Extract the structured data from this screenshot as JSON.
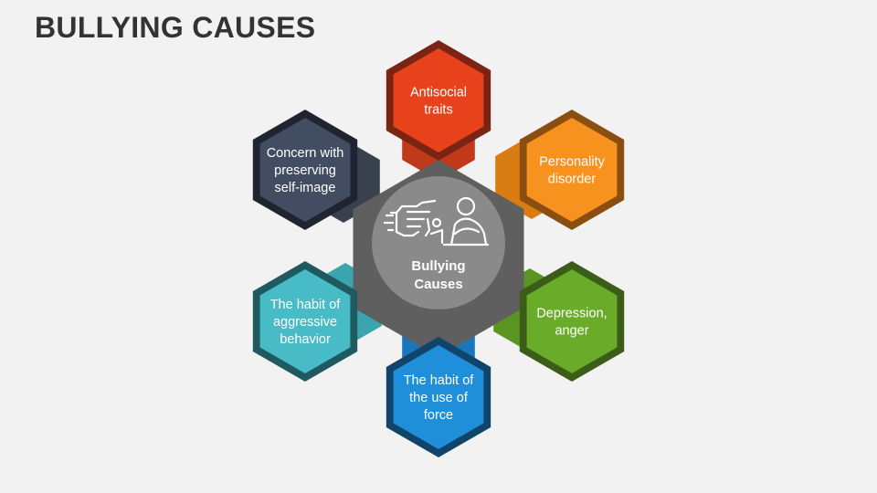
{
  "title": "BULLYING CAUSES",
  "center": {
    "lines": [
      "Bullying",
      "Causes"
    ],
    "icon": "bullying-figures-icon",
    "colors": {
      "hexagon": "#5f5f5f",
      "circle": "#8a8a8a"
    }
  },
  "causes": [
    {
      "lines": [
        "Antisocial",
        "traits"
      ],
      "colors": {
        "face": "#e8421c",
        "border": "#7c2414",
        "connector": "#c0391a"
      }
    },
    {
      "lines": [
        "Personality",
        "disorder"
      ],
      "colors": {
        "face": "#f7921e",
        "border": "#8a4e10",
        "connector": "#d97c12"
      }
    },
    {
      "lines": [
        "Depression,",
        "anger"
      ],
      "colors": {
        "face": "#6aab2a",
        "border": "#3a5e18",
        "connector": "#5a9522"
      }
    },
    {
      "lines": [
        "The habit of",
        "the use of",
        "force"
      ],
      "colors": {
        "face": "#1e8fd8",
        "border": "#10446a",
        "connector": "#1976bb"
      }
    },
    {
      "lines": [
        "The habit of",
        "aggressive",
        "behavior"
      ],
      "colors": {
        "face": "#48bcc6",
        "border": "#1f5a60",
        "connector": "#3aa5ae"
      }
    },
    {
      "lines": [
        "Concern with",
        "preserving",
        "self-image"
      ],
      "colors": {
        "face": "#434d62",
        "border": "#1f2430",
        "connector": "#39414f"
      }
    }
  ]
}
